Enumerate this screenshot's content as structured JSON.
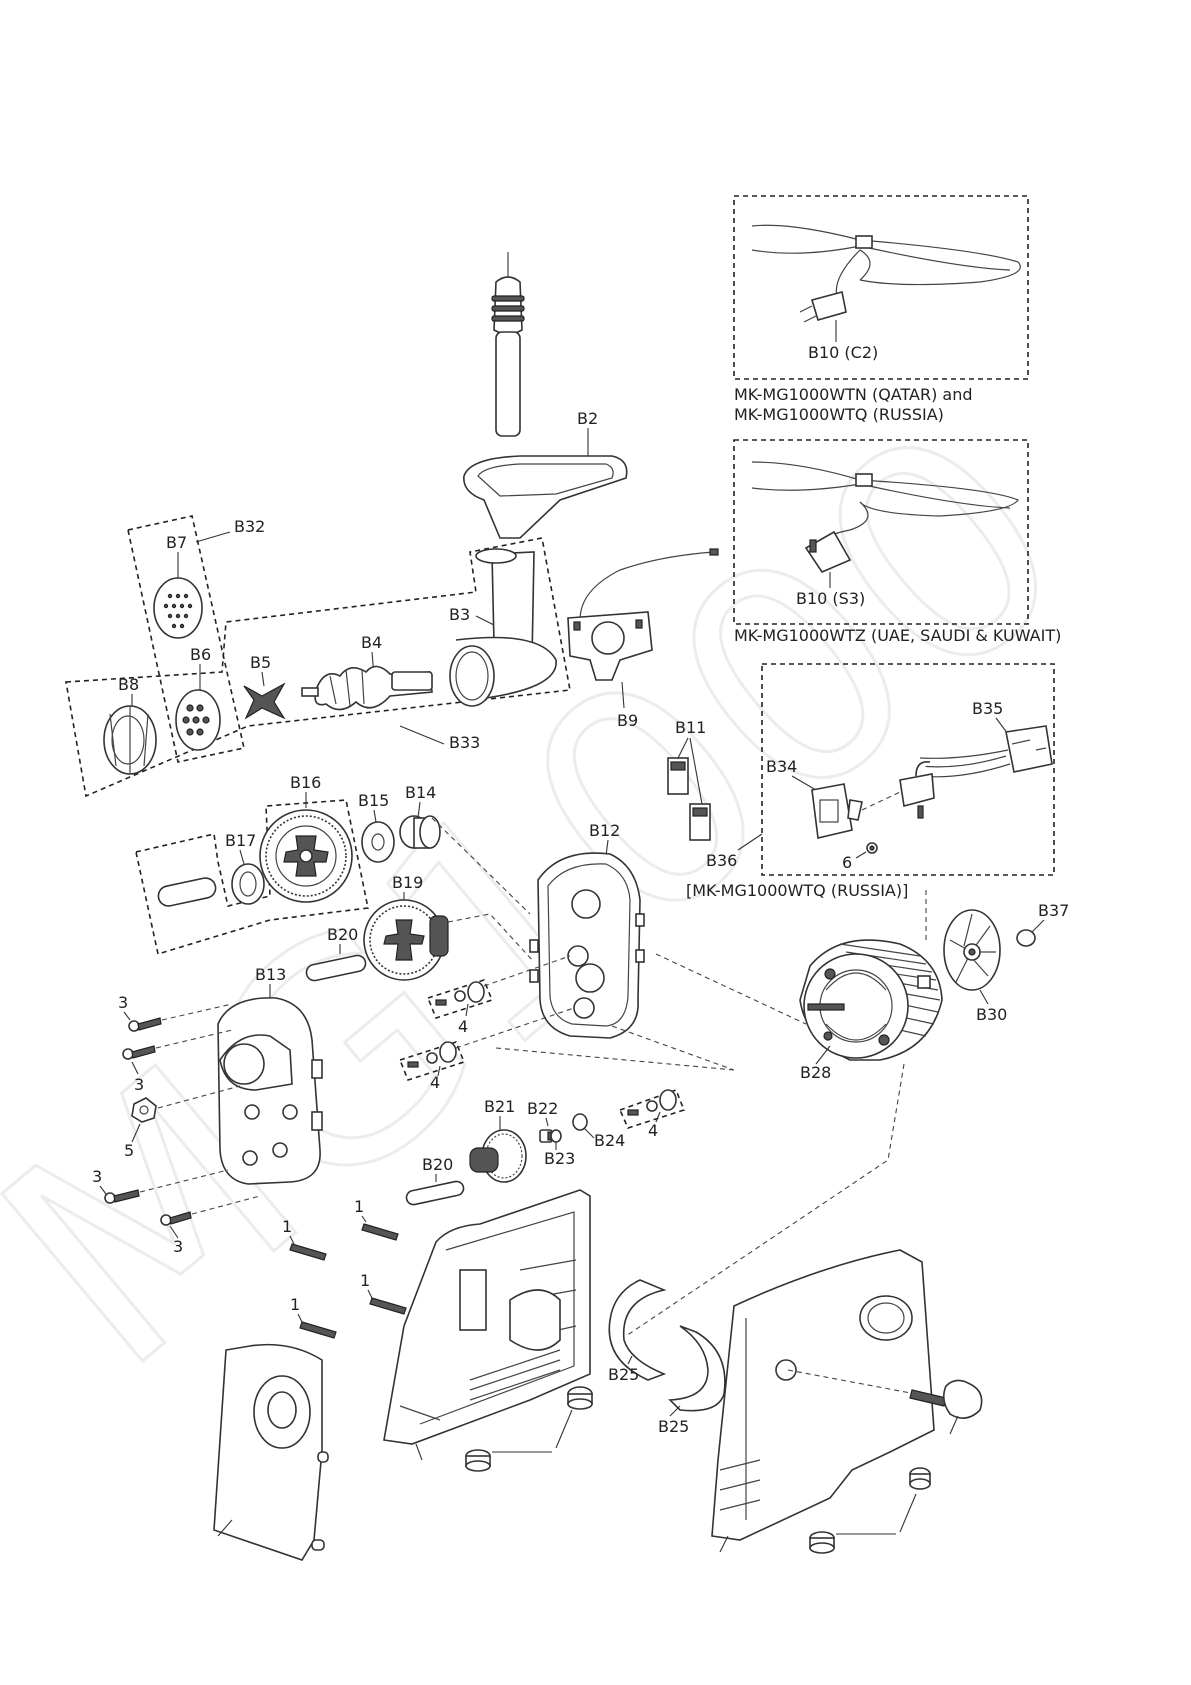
{
  "labels": {
    "B2": "B2",
    "B3": "B3",
    "B4": "B4",
    "B5": "B5",
    "B6": "B6",
    "B7": "B7",
    "B8": "B8",
    "B9": "B9",
    "B10_c2": "B10 (C2)",
    "B10_s3": "B10 (S3)",
    "B11": "B11",
    "B12": "B12",
    "B13": "B13",
    "B14": "B14",
    "B15": "B15",
    "B16": "B16",
    "B17": "B17",
    "B19": "B19",
    "B20a": "B20",
    "B20b": "B20",
    "B21": "B21",
    "B22": "B22",
    "B23": "B23",
    "B24": "B24",
    "B25a": "B25",
    "B25b": "B25",
    "B28": "B28",
    "B30": "B30",
    "B32": "B32",
    "B33": "B33",
    "B34": "B34",
    "B35": "B35",
    "B36": "B36",
    "B37": "B37",
    "n1a": "1",
    "n1b": "1",
    "n1c": "1",
    "n1d": "1",
    "n3a": "3",
    "n3b": "3",
    "n3c": "3",
    "n3d": "3",
    "n4a": "4",
    "n4b": "4",
    "n4c": "4",
    "n5": "5",
    "n6": "6"
  },
  "captions": {
    "qatar_line1": "MK-MG1000WTN (QATAR) and",
    "qatar_line2": "MK-MG1000WTQ (RUSSIA)",
    "uae": "MK-MG1000WTZ (UAE, SAUDI & KUWAIT)",
    "russia": "[MK-MG1000WTQ (RUSSIA)]"
  },
  "watermark_text": "MG1000",
  "colors": {
    "line": "#333333",
    "background": "#ffffff",
    "watermark": "#e9e9e9"
  }
}
